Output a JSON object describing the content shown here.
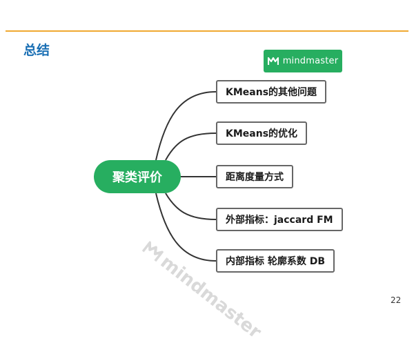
{
  "slide": {
    "title": "总结",
    "page_number": "22"
  },
  "watermark": {
    "badge_text": "mindmaster",
    "diagonal_text": "mindmaster"
  },
  "mindmap": {
    "root": "聚类评价",
    "children": [
      "KMeans的其他问题",
      "KMeans的优化",
      "距离度量方式",
      "外部指标：jaccard FM",
      "内部指标 轮廓系数 DB"
    ]
  },
  "colors": {
    "accent_rule": "#f0a830",
    "title_blue": "#1a6fb4",
    "root_green": "#27ae60",
    "connector": "#333333"
  }
}
